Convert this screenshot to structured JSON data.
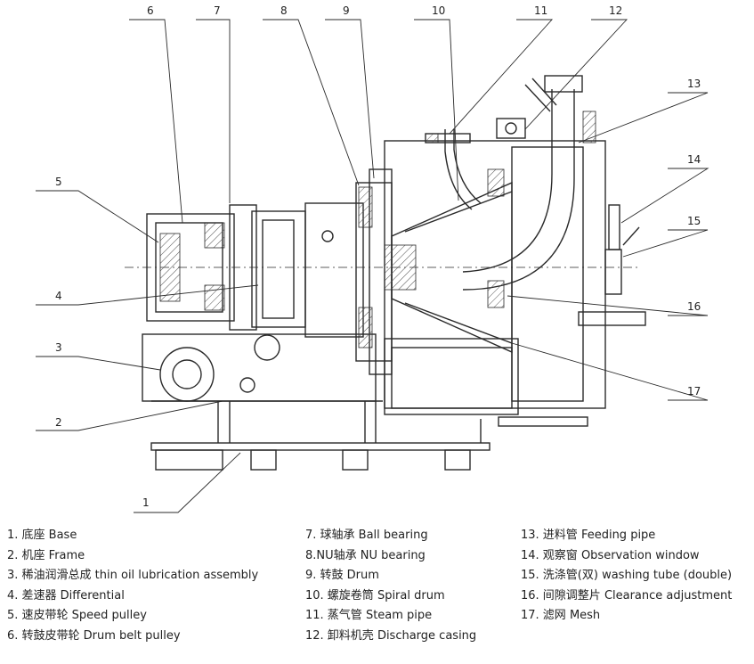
{
  "callouts": [
    "1",
    "2",
    "3",
    "4",
    "5",
    "6",
    "7",
    "8",
    "9",
    "10",
    "11",
    "12",
    "13",
    "14",
    "15",
    "16",
    "17"
  ],
  "legend": [
    [
      "1. 底座 Base",
      "2. 机座 Frame",
      "3. 稀油润滑总成 thin oil lubrication assembly",
      "4. 差速器 Differential",
      "5. 速皮带轮 Speed pulley",
      "6. 转鼓皮带轮 Drum belt pulley"
    ],
    [
      "7. 球轴承 Ball bearing",
      "8.NU轴承 NU bearing",
      "9. 转鼓 Drum",
      "10. 螺旋卷筒 Spiral drum",
      "11. 蒸气管 Steam pipe",
      "12. 卸料机壳 Discharge casing"
    ],
    [
      "13. 进料管 Feeding pipe",
      "14. 观察窗 Observation window",
      "15. 洗涤管(双) washing tube (double)",
      "16. 间隙调整片 Clearance adjustment",
      "17. 滤网 Mesh"
    ]
  ],
  "colors": {
    "line": "#2a2a2a",
    "hatch": "#555555",
    "text": "#222222"
  }
}
